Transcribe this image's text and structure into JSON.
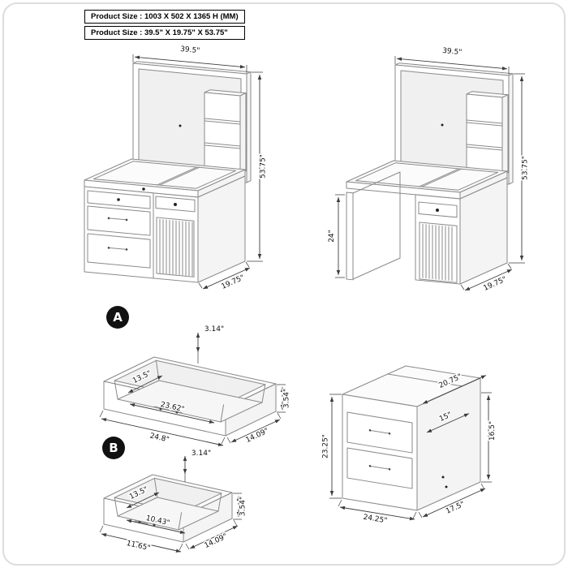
{
  "colors": {
    "line": "#8a8a8a",
    "dim": "#3c3c3c",
    "text": "#111111",
    "badge_bg": "#111111",
    "badge_fg": "#ffffff"
  },
  "info_box": {
    "row1": "Product Size : 1003 X 502 X 1365 H (MM)",
    "row2": "Product Size : 39.5\" X 19.75\" X 53.75\""
  },
  "vanity_front": {
    "width": "39.5\"",
    "height": "53.75\"",
    "depth": "19.75\""
  },
  "vanity_angle": {
    "width": "39.5\"",
    "knee_height": "24\"",
    "height": "53.75\"",
    "depth": "19.75\""
  },
  "drawer_a": {
    "badge": "A",
    "rim_height": "3.14\"",
    "inner_depth": "13.5\"",
    "inner_width": "23.62\"",
    "side_height": "3.54\"",
    "outer_width": "24.8\"",
    "outer_depth": "14.09\""
  },
  "drawer_b": {
    "badge": "B",
    "rim_height": "3.14\"",
    "inner_depth": "13.5\"",
    "inner_width": "10.43\"",
    "side_height": "3.54\"",
    "outer_width": "11.65\"",
    "outer_depth": "14.09\""
  },
  "pedestal": {
    "top_depth": "20.75\"",
    "height": "23.25\"",
    "step_depth": "15\"",
    "side_height": "16.5\"",
    "width": "24.25\"",
    "depth": "17.5\""
  }
}
